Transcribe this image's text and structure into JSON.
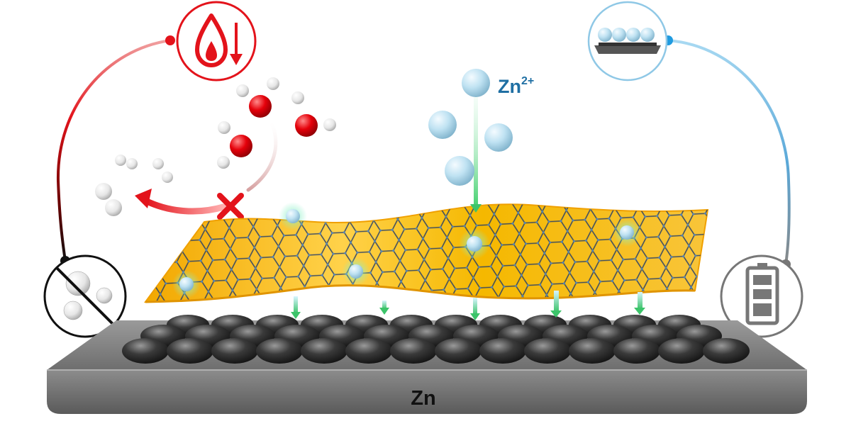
{
  "labels": {
    "ion": "Zn",
    "ion_charge": "2+",
    "substrate": "Zn"
  },
  "icons": {
    "top_left": "water-drop-decrease-icon",
    "top_right": "uniform-deposition-icon",
    "bottom_left": "no-dendrite-icon",
    "bottom_right": "battery-icon",
    "blocked": "cross-icon"
  },
  "colors": {
    "red": "#e3131b",
    "blue": "#5ab4e0",
    "gray": "#7a7a7a",
    "black": "#111111",
    "film": "#f5b800",
    "zinc": "#3a3a3a",
    "ion": "#a9d7ec",
    "text_blue": "#1f6fa3"
  }
}
